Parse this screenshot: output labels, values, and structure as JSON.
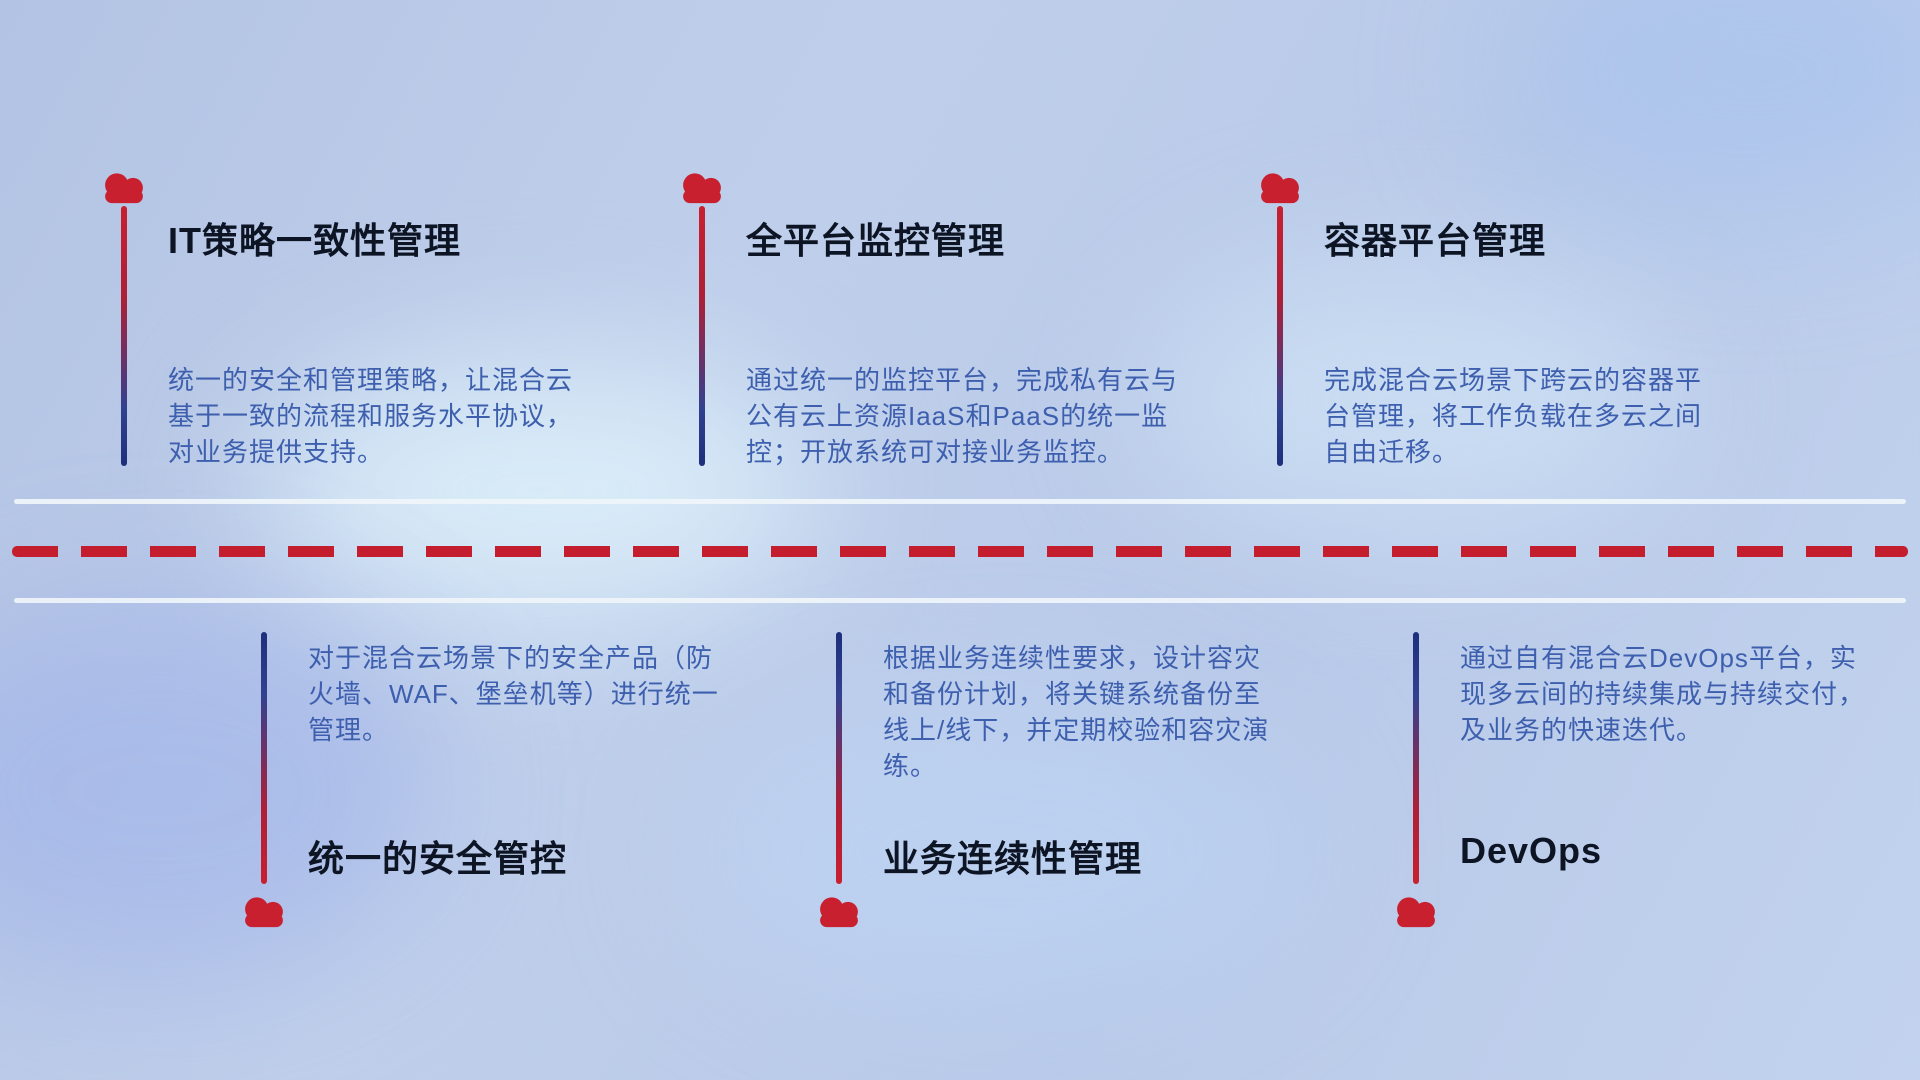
{
  "colors": {
    "accent_red": "#c8202f",
    "line_blue": "#1d2f7c",
    "title_text": "#0d1524",
    "desc_text": "#3d5fae",
    "divider_light": "#f0f5fa",
    "dashed_red": "#c41e2e",
    "background_blue": "#bccdea"
  },
  "top_items": [
    {
      "title": "IT策略一致性管理",
      "description": "统一的安全和管理策略，让混合云基于一致的流程和服务水平协议，对业务提供支持。"
    },
    {
      "title": "全平台监控管理",
      "description": "通过统一的监控平台，完成私有云与公有云上资源IaaS和PaaS的统一监控；开放系统可对接业务监控。"
    },
    {
      "title": "容器平台管理",
      "description": "完成混合云场景下跨云的容器平台管理，将工作负载在多云之间自由迁移。"
    }
  ],
  "bottom_items": [
    {
      "title": "统一的安全管控",
      "description": "对于混合云场景下的安全产品（防火墙、WAF、堡垒机等）进行统一管理。"
    },
    {
      "title": "业务连续性管理",
      "description": "根据业务连续性要求，设计容灾和备份计划，将关键系统备份至线上/线下，并定期校验和容灾演练。"
    },
    {
      "title": "DevOps",
      "description": "通过自有混合云DevOps平台，实现多云间的持续集成与持续交付，及业务的快速迭代。"
    }
  ]
}
